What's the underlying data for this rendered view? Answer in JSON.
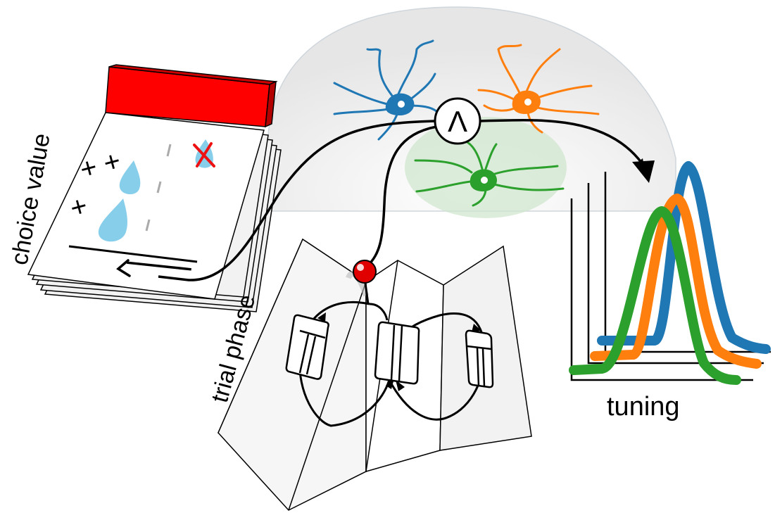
{
  "labels": {
    "choice_value": "choice value",
    "trial_phase": "trial phase",
    "tuning": "tuning",
    "and_operator": "Λ"
  },
  "calendar": {
    "row1_signs": "+ +",
    "row2_signs": "+"
  },
  "colors": {
    "blue": "#1f77b4",
    "orange": "#ff7f0e",
    "green": "#2ca02c",
    "calendar_red": "#ff0000",
    "droplet": "#87ceeb",
    "pin": "#e00000"
  },
  "icons": [
    "droplet-icon",
    "cross-icon",
    "pin-icon",
    "neuron-icon",
    "and-operator-icon"
  ]
}
